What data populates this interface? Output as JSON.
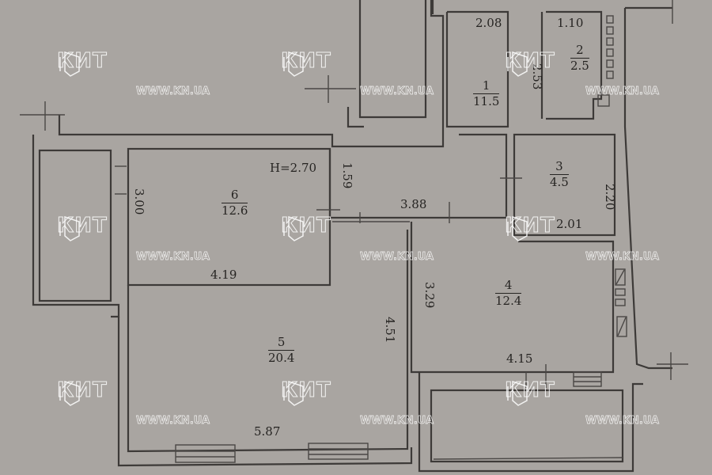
{
  "plan": {
    "ceiling_height": "H=2.70",
    "rooms": [
      {
        "number": "1",
        "area": "11.5"
      },
      {
        "number": "2",
        "area": "2.5"
      },
      {
        "number": "3",
        "area": "4.5"
      },
      {
        "number": "4",
        "area": "12.4"
      },
      {
        "number": "5",
        "area": "20.4"
      },
      {
        "number": "6",
        "area": "12.6"
      }
    ],
    "dimensions": {
      "room1_width": "2.08",
      "room1_side": "2.53",
      "room2_width": "1.10",
      "corridor_side": "1.59",
      "corridor_width": "3.88",
      "room3_side": "2.20",
      "room3_width": "2.01",
      "room6_side": "3.00",
      "room6_width": "4.19",
      "room5_side": "4.51",
      "room5_width": "5.87",
      "room4_side": "3.29",
      "room4_width": "4.15"
    }
  },
  "watermark": {
    "brand": "КИТ",
    "url": "WWW.KN.UA",
    "colors": {
      "stroke": "#ffffff"
    }
  },
  "colors": {
    "background": "#a9a5a1",
    "walls": "#3d3a38",
    "text": "#262422"
  }
}
